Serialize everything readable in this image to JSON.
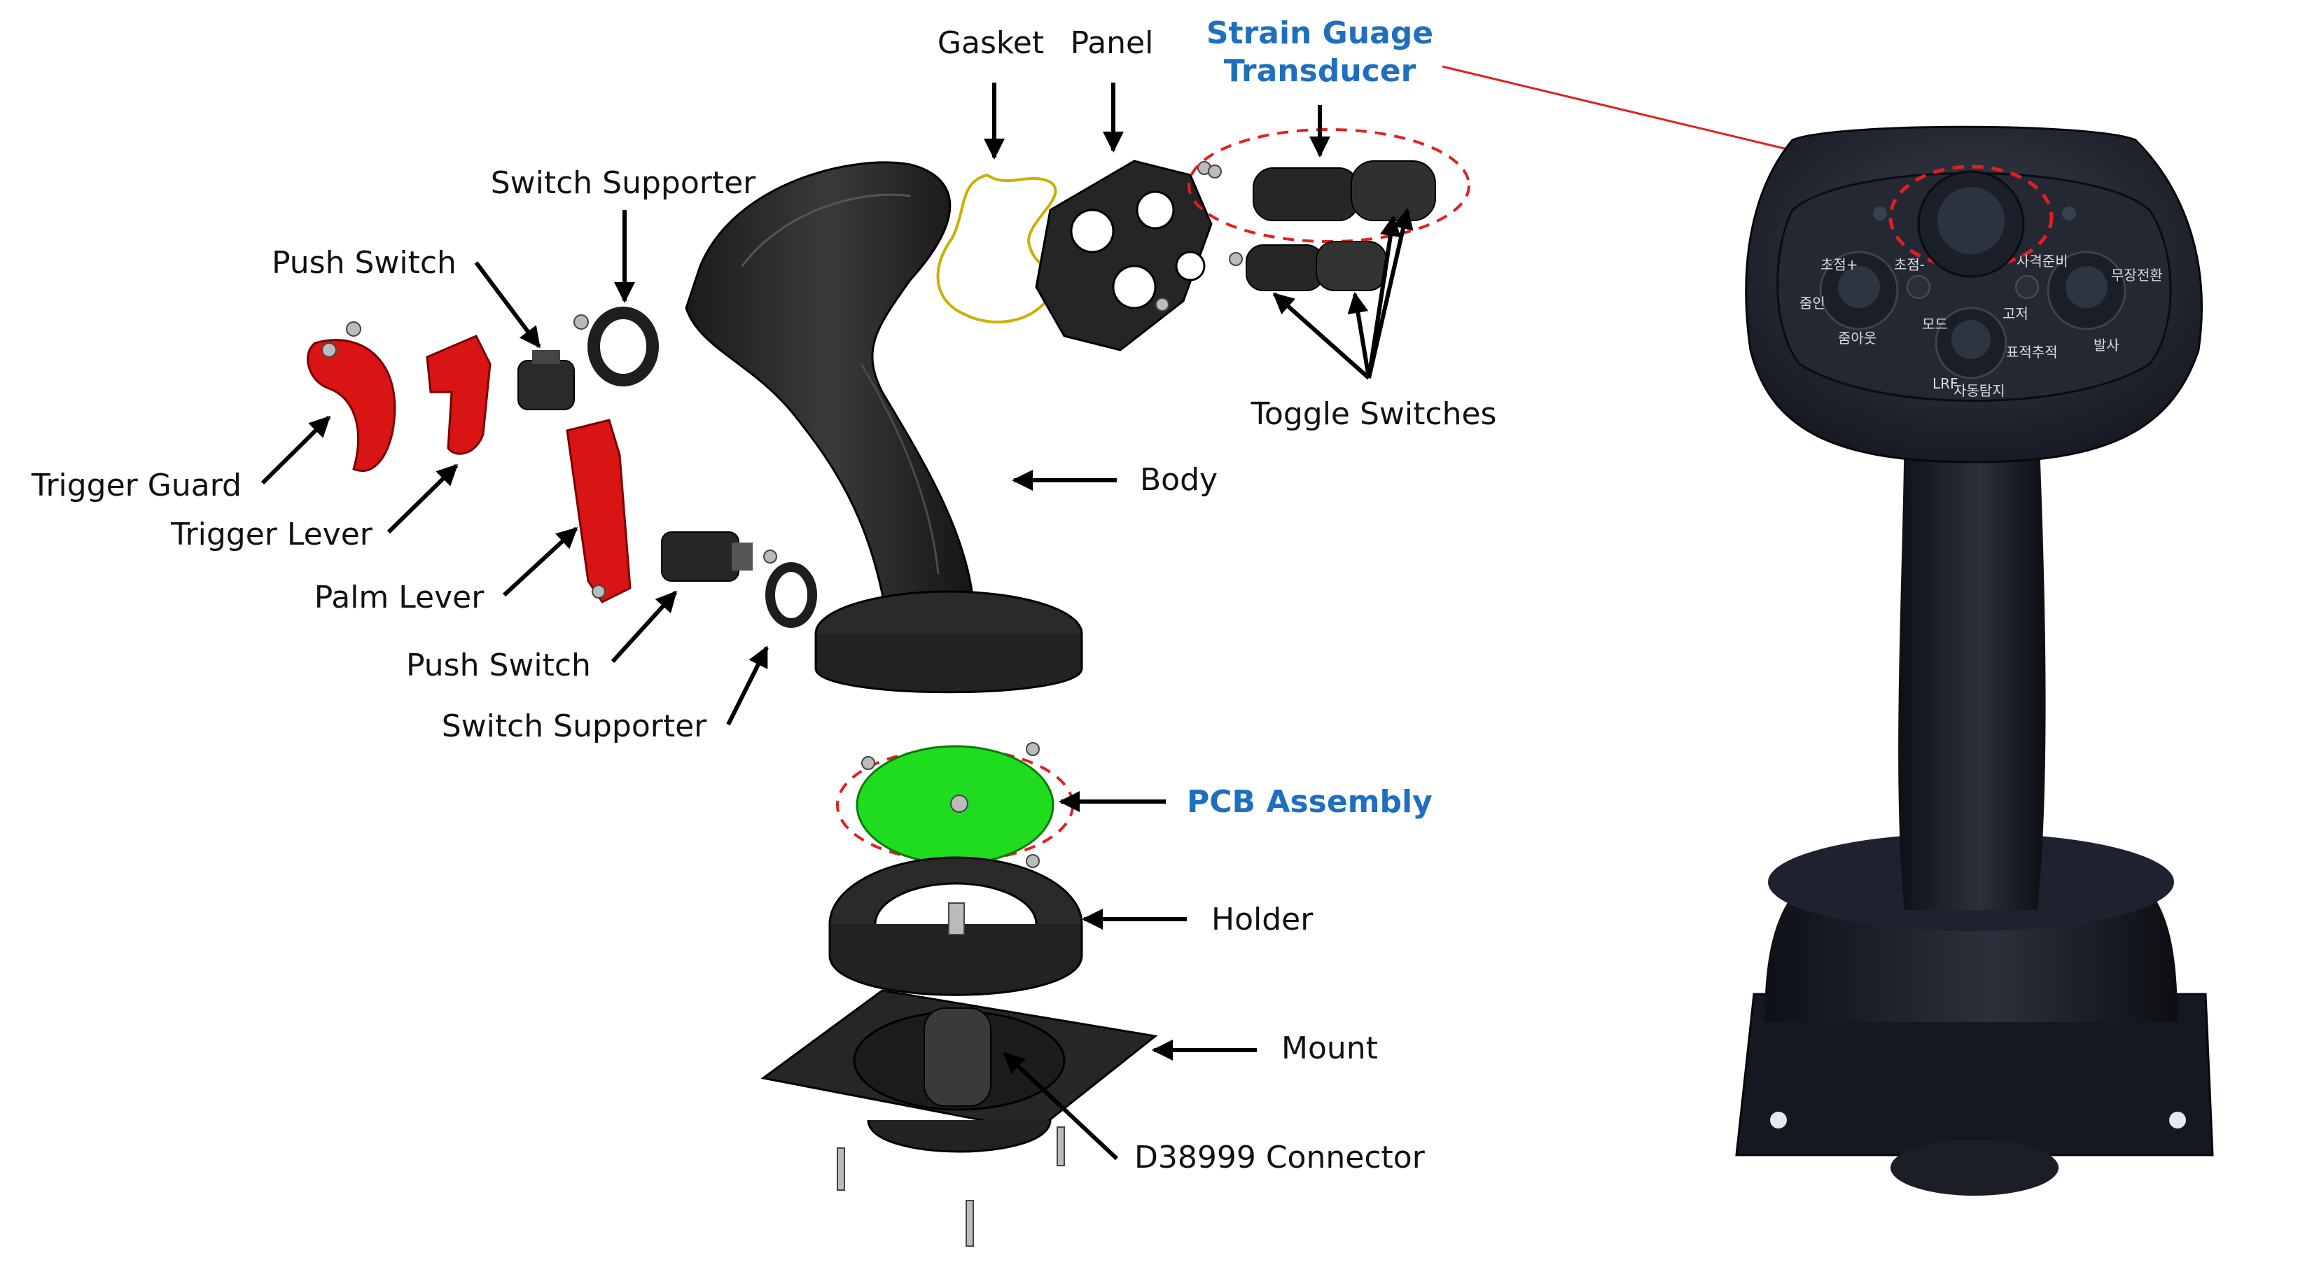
{
  "labels": {
    "gasket": "Gasket",
    "panel": "Panel",
    "strain_line1": "Strain Guage",
    "strain_line2": "Transducer",
    "switch_supporter_top": "Switch Supporter",
    "push_switch_top": "Push Switch",
    "toggle_switches": "Toggle Switches",
    "body": "Body",
    "trigger_guard": "Trigger Guard",
    "trigger_lever": "Trigger Lever",
    "palm_lever": "Palm Lever",
    "push_switch_bottom": "Push Switch",
    "switch_supporter_bottom": "Switch Supporter",
    "pcb_assembly": "PCB Assembly",
    "holder": "Holder",
    "mount": "Mount",
    "connector": "D38999 Connector"
  },
  "photo_panel_text": {
    "top_left_1": "초점+",
    "top_left_2": "줌아웃",
    "top_mid_1": "초점-",
    "top_mid_2": "줌인",
    "center_1": "모드",
    "center_2": "LRF",
    "center_3": "자동탐지",
    "right_1": "고저",
    "right_2": "사격준비",
    "right_3": "발사",
    "right_4": "무장전환",
    "right_5": "표적추적"
  },
  "colors": {
    "highlight_blue": "#1f6fbf",
    "dashed_red": "#e02020",
    "part_red": "#d81414",
    "pcb_green": "#1fdc1f",
    "part_black": "#2a2a2a"
  }
}
